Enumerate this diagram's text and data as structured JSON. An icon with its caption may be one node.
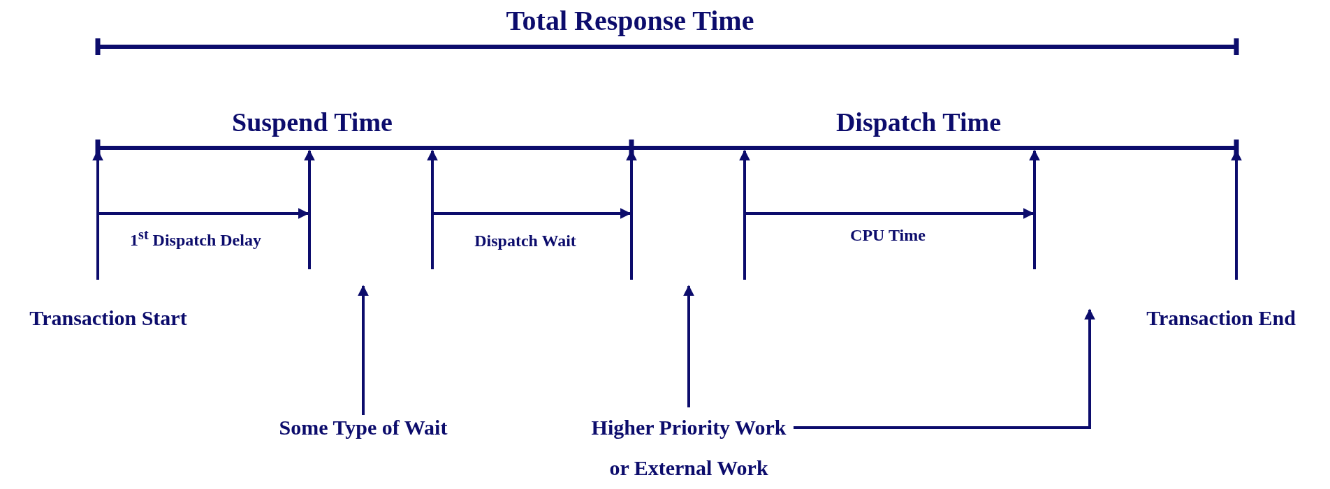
{
  "diagram": {
    "nodes": [
      {
        "text": [
          "Some Type of Wait"
        ]
      },
      {
        "text": [
          "Higher Priority Work or External Work"
        ]
      }
    ],
    "edges": [
      {
        "from": 0,
        "to": null,
        "arrow": "to"
      },
      {
        "from": 1,
        "to": null,
        "arrow": "to"
      },
      {
        "from": 1,
        "to": null,
        "arrow": "to"
      }
    ],
    "labels": [
      "Total Response Time",
      "Suspend Time",
      "Dispatch Time",
      "1$^{st}$ Dispatch Delay",
      "Dispatch Wait",
      "CPU Time",
      "Transaction Start",
      "Transaction End"
    ]
  }
}
